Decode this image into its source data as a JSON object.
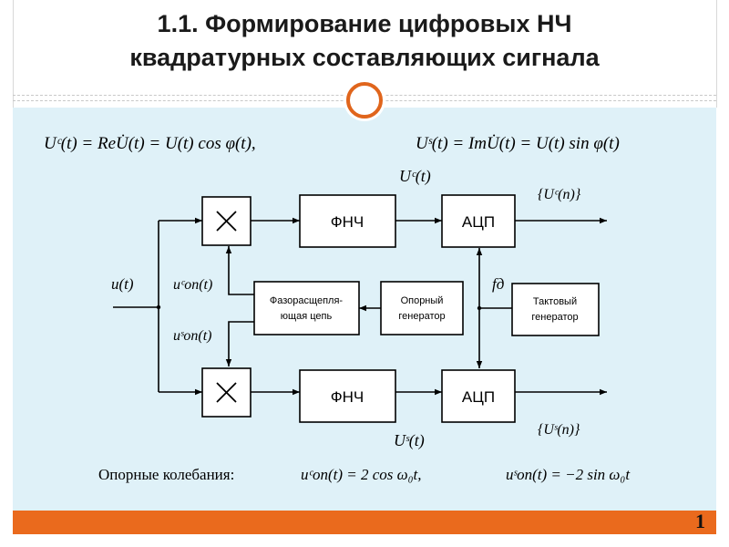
{
  "title": {
    "line1": "1.1. Формирование цифровых НЧ",
    "line2": "квадратурных составляющих сигнала"
  },
  "formulas": {
    "uc_def": "Uᶜ(t) = ReU̇(t) = U(t) cos φ(t),",
    "us_def": "Uˢ(t) = ImU̇(t) = U(t) sin φ(t)"
  },
  "blocks": {
    "lpf_top": "ФНЧ",
    "adc_top": "АЦП",
    "lpf_bottom": "ФНЧ",
    "adc_bottom": "АЦП",
    "phase_splitter_line1": "Фазорасщепля-",
    "phase_splitter_line2": "ющая цепь",
    "ref_gen_line1": "Опорный",
    "ref_gen_line2": "генератор",
    "clock_gen_line1": "Тактовый",
    "clock_gen_line2": "генератор"
  },
  "signals": {
    "input": "u(t)",
    "uc_t": "Uᶜ(t)",
    "us_t": "Uˢ(t)",
    "uc_n": "{Uᶜ(n)}",
    "us_n": "{Uˢ(n)}",
    "u_ref_c": "uᶜоп(t)",
    "u_ref_s": "uˢоп(t)",
    "f_d": "fд"
  },
  "reference": {
    "label": "Опорные колебания:",
    "cos_formula": "uᶜоп(t) = 2 cos ω₀t,",
    "sin_formula": "uˢоп(t) = −2 sin ω₀t"
  },
  "page_number": "1",
  "colors": {
    "panel_bg": "#dff1f8",
    "accent": "#ea6a1d",
    "block_fill": "#ffffff",
    "line": "#000000"
  }
}
